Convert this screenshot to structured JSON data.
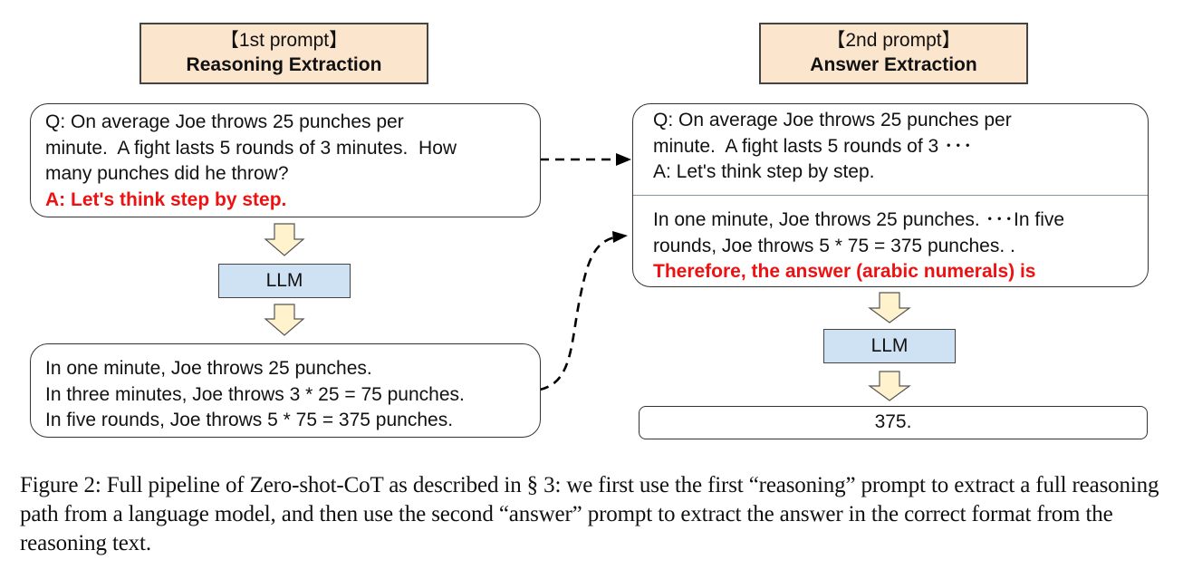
{
  "prompt1": {
    "tag": "【1st prompt】",
    "title": "Reasoning Extraction",
    "input_lines": [
      "Q: On average Joe throws 25 punches per",
      "minute.  A fight lasts 5 rounds of 3 minutes.  How",
      "many punches did he throw?"
    ],
    "trigger": "A: Let's think step by step.",
    "model_label": "LLM",
    "output_lines": [
      "In one minute, Joe throws 25 punches.",
      "In three minutes, Joe throws 3 * 25 = 75 punches.",
      "In five rounds, Joe throws 5 * 75 = 375 punches."
    ]
  },
  "prompt2": {
    "tag": "【2nd prompt】",
    "title": "Answer Extraction",
    "input_lines": [
      "Q: On average Joe throws 25 punches per",
      "minute.  A fight lasts 5 rounds of 3 ･･･",
      "A: Let's think step by step."
    ],
    "reasoning_lines": [
      "In one minute, Joe throws 25 punches. ･･･In five",
      "rounds, Joe throws 5 * 75 = 375 punches. ."
    ],
    "trigger": "Therefore, the answer (arabic numerals) is",
    "model_label": "LLM",
    "answer": "375."
  },
  "caption": "Figure 2: Full pipeline of Zero-shot-CoT as described in § 3: we first use the first “reasoning” prompt to extract a full reasoning path from a language model, and then use the second “answer” prompt to extract the answer in the correct format from the reasoning text.",
  "colors": {
    "header_fill": "#fbe5cd",
    "llm_fill": "#cfe2f3",
    "arrow_fill": "#fff2cc",
    "trigger_red": "#ee1111"
  }
}
